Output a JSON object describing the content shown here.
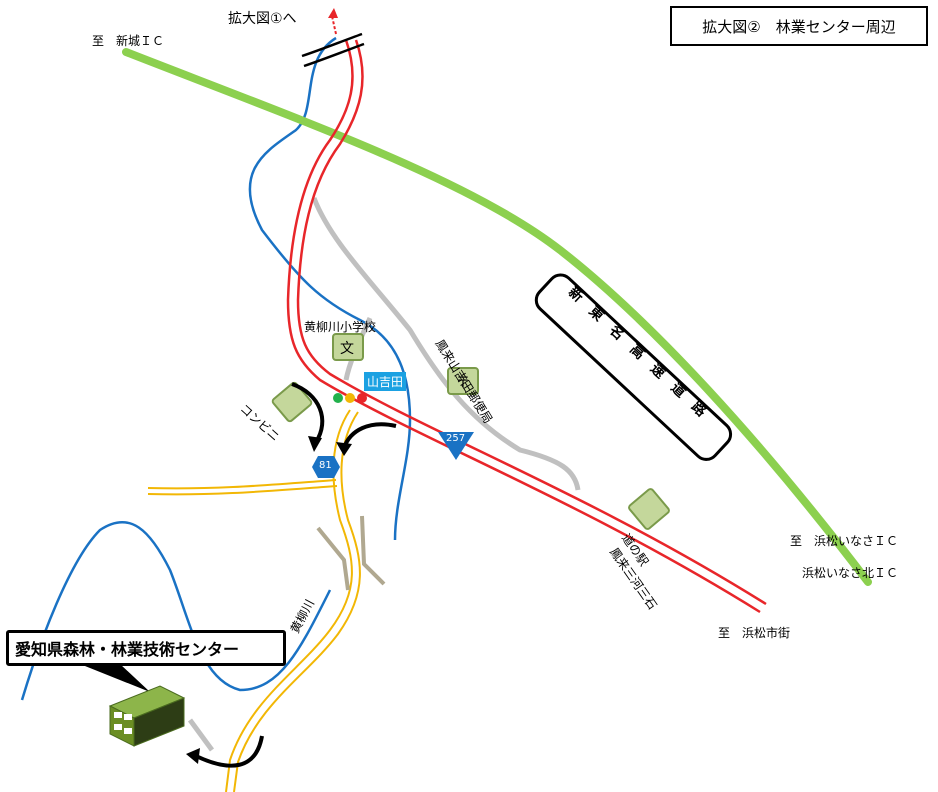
{
  "title": "拡大図②　林業センター周辺",
  "labels": {
    "to_map1": "拡大図①へ",
    "to_shinshiro_ic": "至　新城ＩＣ",
    "school": "黄柳川小学校",
    "school_symbol": "文",
    "post_office": "鳳来山吉田郵便局",
    "post_symbol": "〒",
    "intersection": "山吉田",
    "convenience": "コンビニ",
    "route_257": "257",
    "route_81": "81",
    "highway": "新　東　名　高　速　道　路",
    "river": "黄柳川",
    "michi_no_eki_1": "道の駅",
    "michi_no_eki_2": "鳳来三河三石",
    "to_hamamatsu_inasa_ic": "至　浜松いなさＩＣ",
    "hamamatsu_inasa_north_ic": "浜松いなさ北ＩＣ",
    "to_hamamatsu_city": "至　浜松市街",
    "forestry_center": "愛知県森林・林業技術センター"
  },
  "colors": {
    "expressway": "#8cd04f",
    "national_road": "#e8262a",
    "prefectural_road": "#f2b705",
    "local_road": "#c0c0c0",
    "river": "#1a72c4",
    "facility": "#c4d79b",
    "building": "#6b8e23",
    "signal_green": "#22b14c",
    "signal_yellow": "#f2b705",
    "signal_red": "#e8262a",
    "route_shield": "#1a72c4"
  }
}
